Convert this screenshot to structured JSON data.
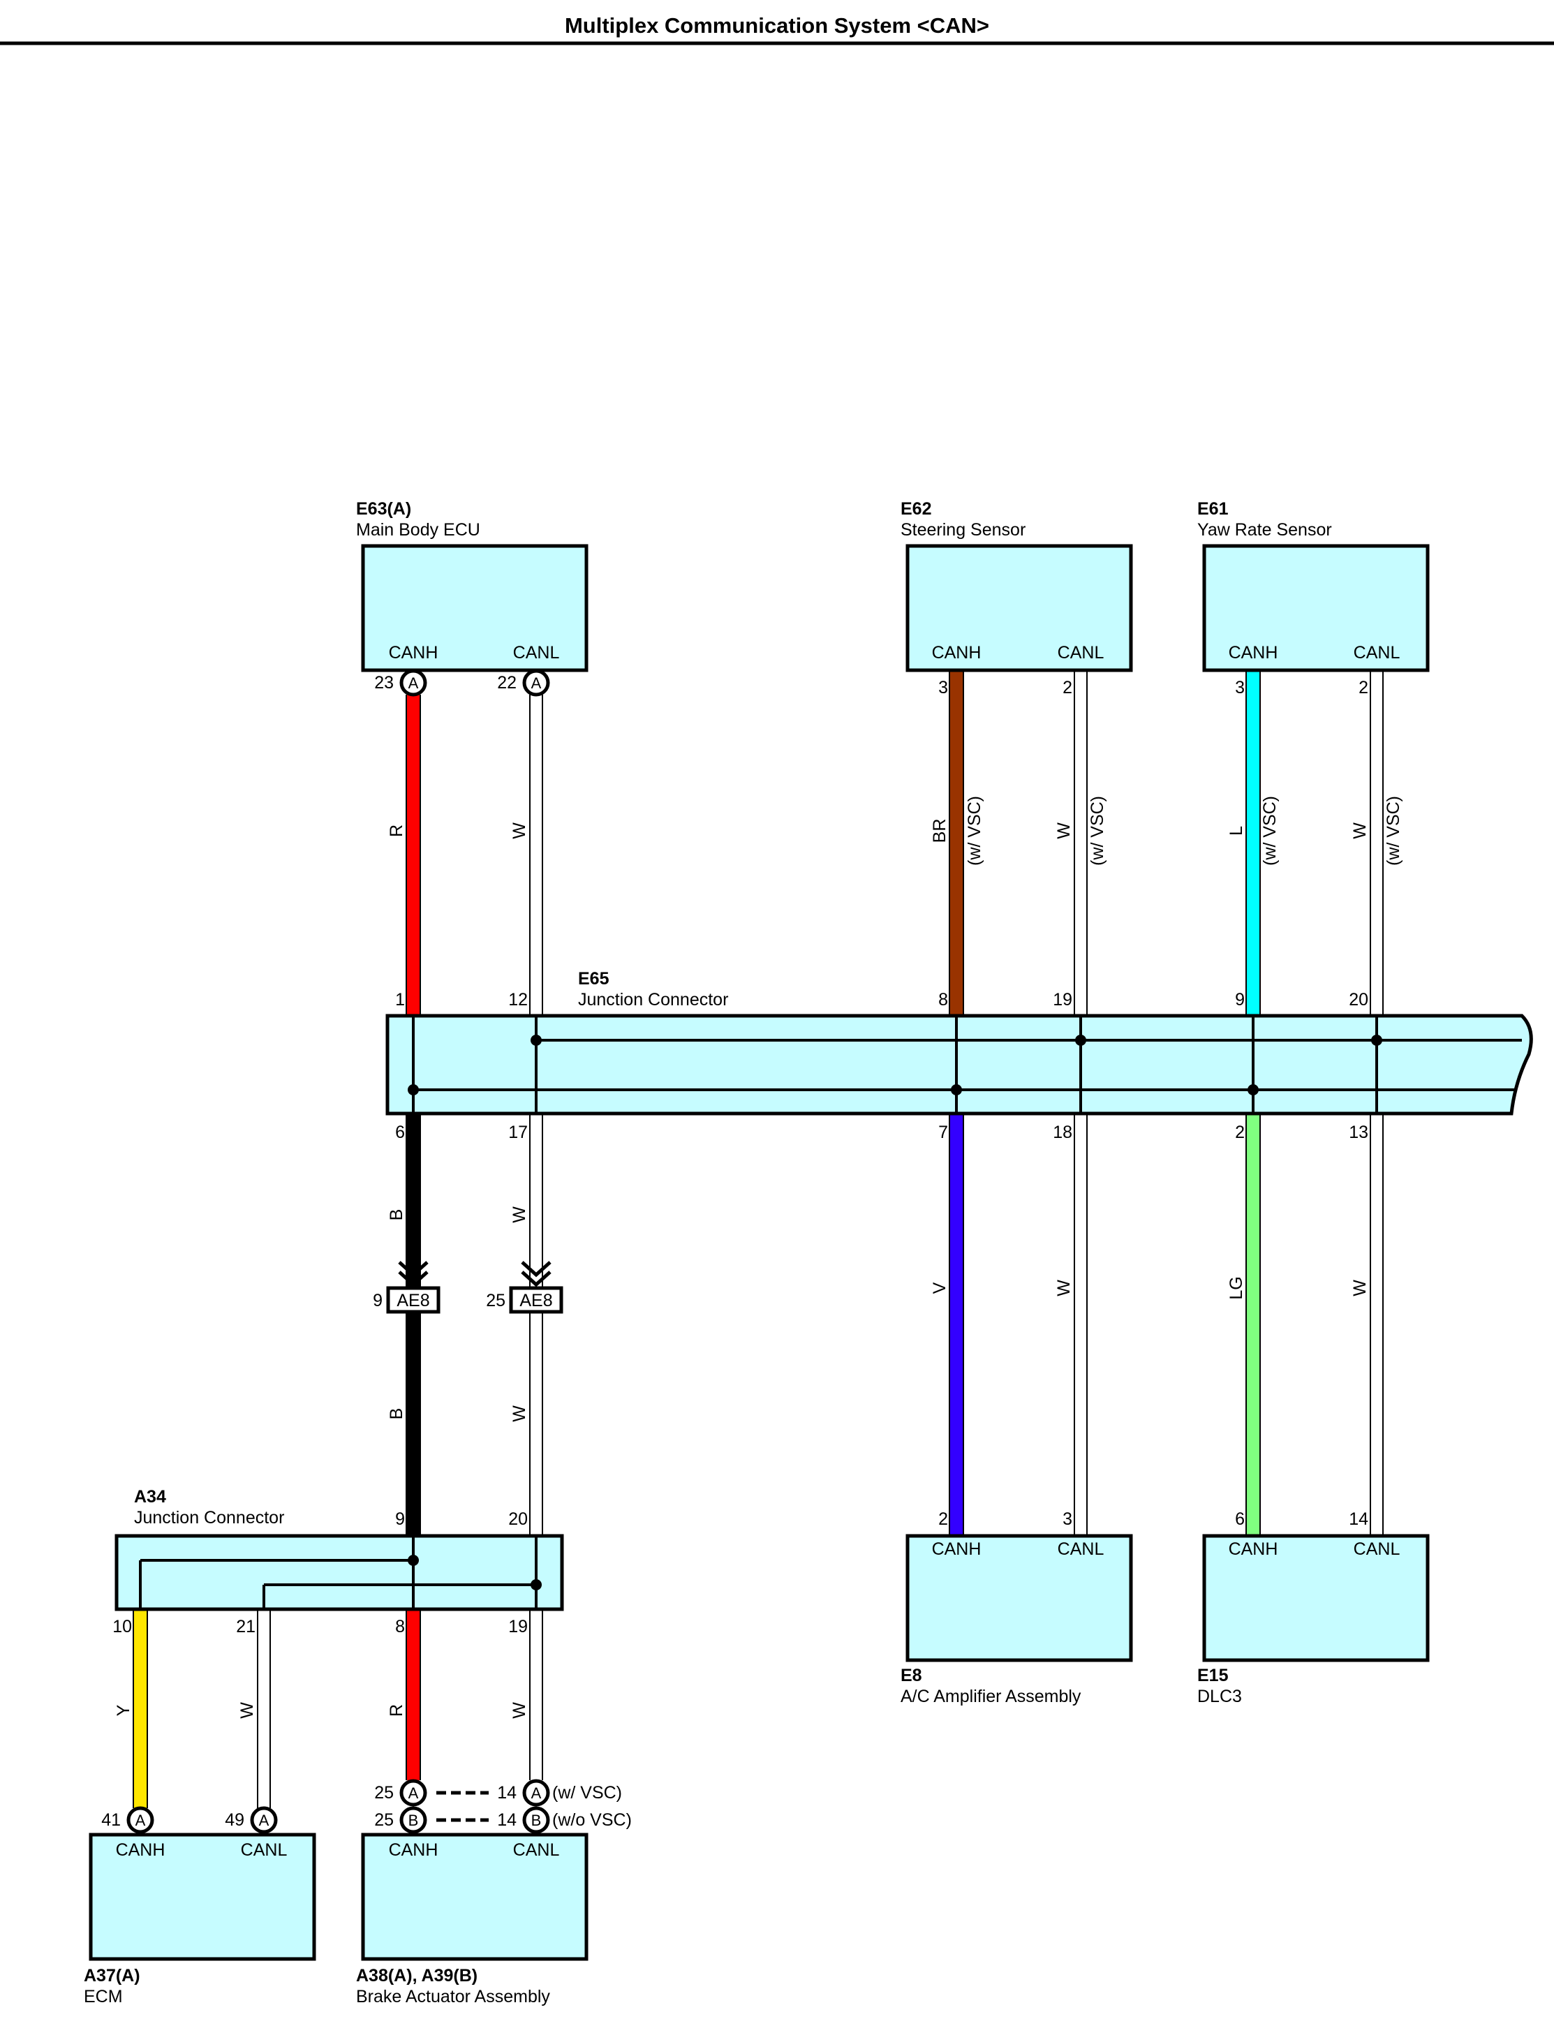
{
  "title": "Multiplex Communication System <CAN>",
  "colors": {
    "box_fill": "#c6fcff",
    "red": "#ff0000",
    "white_wire": "#ffffff",
    "brown": "#993300",
    "light_blue": "#00ffff",
    "black": "#000000",
    "violet": "#3300ff",
    "light_green": "#80ff80",
    "yellow": "#ffe600"
  },
  "components": {
    "e63": {
      "code": "E63(A)",
      "name": "Main Body ECU",
      "pin_left": "CANH",
      "pin_right": "CANL"
    },
    "e62": {
      "code": "E62",
      "name": "Steering Sensor",
      "pin_left": "CANH",
      "pin_right": "CANL"
    },
    "e61": {
      "code": "E61",
      "name": "Yaw Rate Sensor",
      "pin_left": "CANH",
      "pin_right": "CANL"
    },
    "e65": {
      "code": "E65",
      "name": "Junction Connector"
    },
    "a34": {
      "code": "A34",
      "name": "Junction Connector"
    },
    "e8": {
      "code": "E8",
      "name": "A/C Amplifier Assembly",
      "pin_left": "CANH",
      "pin_right": "CANL"
    },
    "e15": {
      "code": "E15",
      "name": "DLC3",
      "pin_left": "CANH",
      "pin_right": "CANL"
    },
    "a37": {
      "code": "A37(A)",
      "name": "ECM",
      "pin_left": "CANH",
      "pin_right": "CANL"
    },
    "a38": {
      "code": "A38(A), A39(B)",
      "name": "Brake Actuator Assembly",
      "pin_left": "CANH",
      "pin_right": "CANL"
    }
  },
  "pins": {
    "e63_canh": "23",
    "e63_canl": "22",
    "e62_canh": "3",
    "e62_canl": "2",
    "e61_canh": "3",
    "e61_canl": "2",
    "e65_1": "1",
    "e65_12": "12",
    "e65_8": "8",
    "e65_19": "19",
    "e65_9": "9",
    "e65_20": "20",
    "e65_6": "6",
    "e65_17": "17",
    "e65_7": "7",
    "e65_18": "18",
    "e65_2": "2",
    "e65_13": "13",
    "ae8_9": "9",
    "ae8_25": "25",
    "a34_9": "9",
    "a34_20": "20",
    "a34_10": "10",
    "a34_21": "21",
    "a34_8": "8",
    "a34_19": "19",
    "e8_canh": "2",
    "e8_canl": "3",
    "e15_canh": "6",
    "e15_canl": "14",
    "a37_canh": "41",
    "a37_canl": "49",
    "a38_canh_a": "25",
    "a38_canl_a": "14",
    "a38_canh_b": "25",
    "a38_canl_b": "14"
  },
  "connector_letters": {
    "a": "A",
    "b": "B"
  },
  "inline_connector": "AE8",
  "wires": {
    "r": "R",
    "w": "W",
    "br": "BR",
    "l": "L",
    "b": "B",
    "v": "V",
    "lg": "LG",
    "y": "Y"
  },
  "notes": {
    "w_vsc": "(w/ VSC)",
    "wo_vsc": "(w/o VSC)"
  }
}
